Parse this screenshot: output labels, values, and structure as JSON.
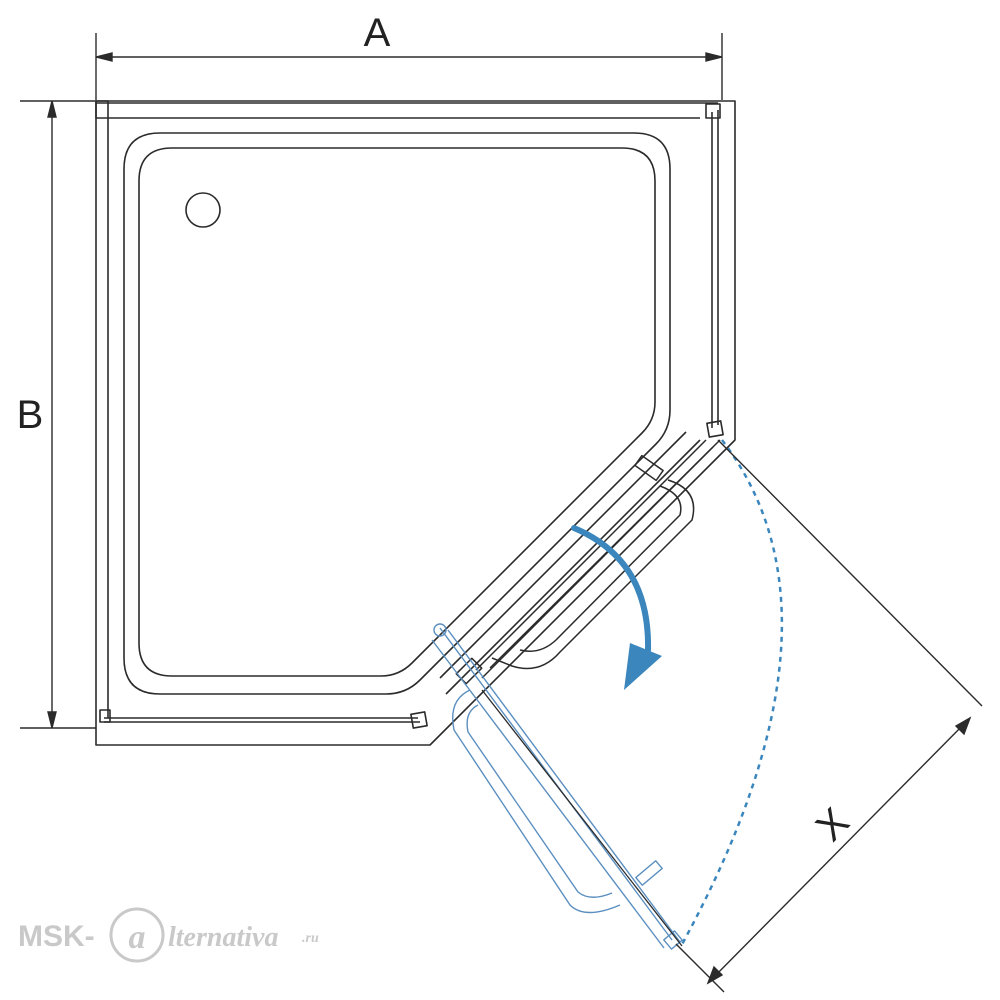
{
  "dimensions": {
    "width_label": "A",
    "depth_label": "B",
    "door_label": "X"
  },
  "watermark": {
    "brand": "MSK-",
    "brand_tail": "lternativa",
    "domain_suffix": ".ru"
  },
  "colors": {
    "line": "#2b2b2b",
    "door": "#5b8fc0",
    "arrow": "#3a86bd"
  }
}
